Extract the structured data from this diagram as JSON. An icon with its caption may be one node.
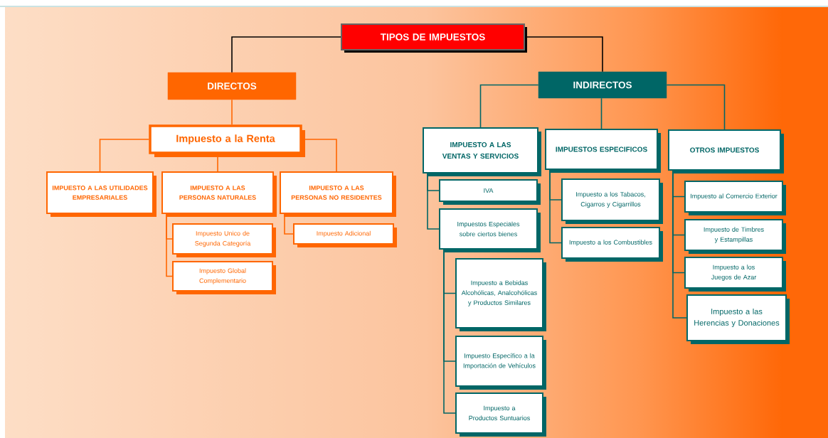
{
  "diagram": {
    "nodes": [
      {
        "text": [
          "TIPOS DE IMPUESTOS"
        ]
      },
      {
        "text": [
          "DIRECTOS"
        ]
      },
      {
        "text": [
          "INDIRECTOS"
        ]
      },
      {
        "text": [
          "Impuesto a la Renta"
        ]
      },
      {
        "text": [
          "IMPUESTO A LAS UTILIDADES EMPRESARIALES"
        ]
      },
      {
        "text": [
          "IMPUESTO A LAS PERSONAS NATURALES"
        ]
      },
      {
        "text": [
          "IMPUESTO A LAS PERSONAS NO RESIDENTES"
        ]
      },
      {
        "text": [
          "Impuesto Unico de Segunda Categoría"
        ]
      },
      {
        "text": [
          "Impuesto Global Complementario"
        ]
      },
      {
        "text": [
          "Impuesto Adicional"
        ]
      },
      {
        "text": [
          "IMPUESTO A LAS VENTAS Y SERVICIOS"
        ]
      },
      {
        "text": [
          "IMPUESTOS ESPECIFICOS"
        ]
      },
      {
        "text": [
          "OTROS IMPUESTOS"
        ]
      },
      {
        "text": [
          "IVA"
        ]
      },
      {
        "text": [
          "Impuestos Especiales sobre ciertos bienes"
        ]
      },
      {
        "text": [
          "Impuesto a Bebidas Alcohólicas, Analcohólicas y Productos Similares"
        ]
      },
      {
        "text": [
          "Impuesto Específico a la Importación de Vehículos"
        ]
      },
      {
        "text": [
          "Impuesto a Productos Suntuarios"
        ]
      },
      {
        "text": [
          "Impuesto a los Tabacos, Cigarros y Cigarrillos"
        ]
      },
      {
        "text": [
          "Impuesto a los Combustibles"
        ]
      },
      {
        "text": [
          "Impuesto al Comercio Exterior"
        ]
      },
      {
        "text": [
          "Impuesto de Timbres y Estampillas"
        ]
      },
      {
        "text": [
          "Impuesto a los Juegos de Azar"
        ]
      },
      {
        "text": [
          "Impuesto a las Herencias y Donaciones"
        ]
      }
    ],
    "edges": [
      {
        "from": 0,
        "to": 1,
        "arrow": "none",
        "color": "#000000"
      },
      {
        "from": 0,
        "to": 2,
        "arrow": "none",
        "color": "#000000"
      },
      {
        "from": 1,
        "to": 3,
        "arrow": "none",
        "color": "#ff6600"
      },
      {
        "from": 3,
        "to": 4,
        "arrow": "none",
        "color": "#ff6600"
      },
      {
        "from": 3,
        "to": 5,
        "arrow": "none",
        "color": "#ff6600"
      },
      {
        "from": 3,
        "to": 6,
        "arrow": "none",
        "color": "#ff6600"
      },
      {
        "from": 5,
        "to": 7,
        "arrow": "none",
        "color": "#ff6600"
      },
      {
        "from": 5,
        "to": 8,
        "arrow": "none",
        "color": "#ff6600"
      },
      {
        "from": 6,
        "to": 9,
        "arrow": "none",
        "color": "#ff6600"
      },
      {
        "from": 2,
        "to": 10,
        "arrow": "none"
      },
      {
        "from": 2,
        "to": 11,
        "arrow": "none"
      },
      {
        "from": 2,
        "to": 12,
        "arrow": "none"
      },
      {
        "from": 10,
        "to": 13,
        "arrow": "none"
      },
      {
        "from": 10,
        "to": 14,
        "arrow": "none"
      },
      {
        "from": 14,
        "to": 15,
        "arrow": "none"
      },
      {
        "from": 14,
        "to": 16,
        "arrow": "none"
      },
      {
        "from": 14,
        "to": 17,
        "arrow": "none"
      },
      {
        "from": 11,
        "to": 18,
        "arrow": "none"
      },
      {
        "from": 11,
        "to": 19,
        "arrow": "none"
      },
      {
        "from": 12,
        "to": 20,
        "arrow": "none"
      },
      {
        "from": 12,
        "to": 21,
        "arrow": "none"
      },
      {
        "from": 12,
        "to": 22,
        "arrow": "none"
      },
      {
        "from": 12,
        "to": 23,
        "arrow": "none"
      }
    ]
  }
}
